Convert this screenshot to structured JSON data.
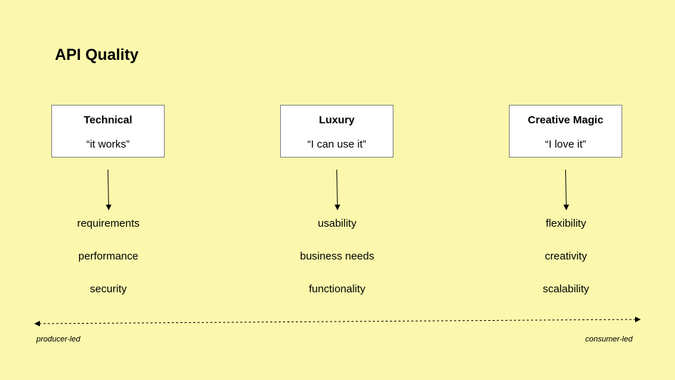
{
  "title": "API Quality",
  "columns": [
    {
      "name": "Technical",
      "quote": "“it works”",
      "items": [
        "requirements",
        "performance",
        "security"
      ]
    },
    {
      "name": "Luxury",
      "quote": "“I can use it”",
      "items": [
        "usability",
        "business needs",
        "functionality"
      ]
    },
    {
      "name": "Creative Magic",
      "quote": "“I love it”",
      "items": [
        "flexibility",
        "creativity",
        "scalability"
      ]
    }
  ],
  "axis": {
    "left_label": "producer-led",
    "right_label": "consumer-led"
  },
  "colors": {
    "background": "#fbf8ad",
    "box_fill": "#ffffff",
    "box_border": "#808080",
    "line": "#000000"
  }
}
